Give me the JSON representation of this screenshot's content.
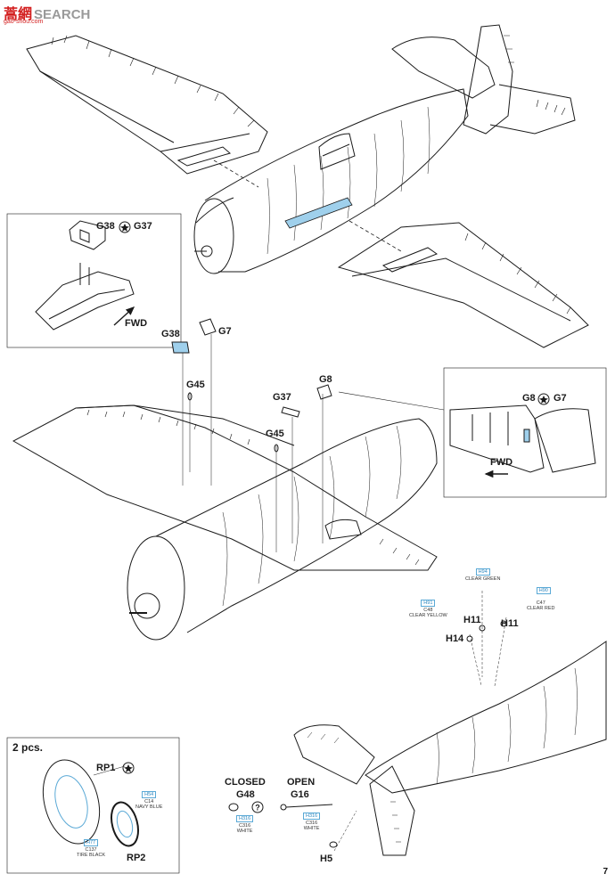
{
  "watermark": {
    "cn": "蒿網",
    "en": "SEARCH",
    "url": "gao-shou.com"
  },
  "page_number": "7",
  "inset_left": {
    "parts": [
      "G38",
      "G37"
    ],
    "direction": "FWD"
  },
  "inset_right": {
    "parts": [
      "G8",
      "G7"
    ],
    "direction": "FWD"
  },
  "main_labels": {
    "g38": "G38",
    "g7": "G7",
    "g45a": "G45",
    "g37": "G37",
    "g45b": "G45",
    "g8": "G8",
    "h11a": "H11",
    "h11b": "H11",
    "h14": "H14",
    "h5": "H5"
  },
  "paint_callouts": [
    {
      "code": "H94",
      "desc": "CLEAR GREEN"
    },
    {
      "code": "H90",
      "desc": "C47\nCLEAR RED"
    },
    {
      "code": "H91",
      "desc": "C48\nCLEAR YELLOW"
    }
  ],
  "wheel_box": {
    "count": "2 pcs.",
    "rp1": "RP1",
    "rp2": "RP2",
    "hub_paint": {
      "code": "H54",
      "desc": "C14\nNAVY BLUE"
    },
    "tire_paint": {
      "code": "H77",
      "desc": "C137\nTIRE BLACK"
    }
  },
  "canopy_options": {
    "closed": {
      "title": "CLOSED",
      "part": "G48",
      "paint": {
        "code": "H316",
        "desc": "C316\nWHITE"
      }
    },
    "open": {
      "title": "OPEN",
      "part": "G16",
      "paint": {
        "code": "H316",
        "desc": "C316\nWHITE"
      }
    }
  },
  "colors": {
    "line": "#1a1a1a",
    "accent_blue": "#9fd0ec",
    "callout_blue": "#2a86bf",
    "watermark_red": "#d31f1f"
  },
  "icons": [
    "cement-icon",
    "question-icon"
  ]
}
